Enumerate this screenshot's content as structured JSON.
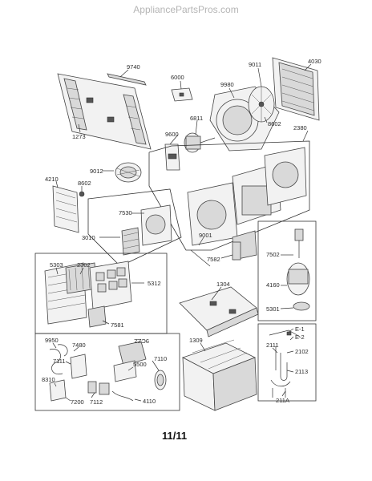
{
  "watermark": "AppliancePartsPros.com",
  "page_number": "11/11",
  "part_labels": {
    "p9740": "9740",
    "p1273": "1273",
    "p6000": "6000",
    "p9011": "9011",
    "p4030": "4030",
    "p9980": "9980",
    "p6811": "6811",
    "p8602a": "8602",
    "p2380": "2380",
    "p9600": "9600",
    "p9012": "9012",
    "p4210": "4210",
    "p8602b": "8602",
    "p7530": "7530",
    "p3010": "3010",
    "p9001": "9001",
    "p7582": "7582",
    "p7502": "7502",
    "p5303": "5303",
    "p2302": "2302",
    "p5312": "5312",
    "p7581": "7581",
    "p1304": "1304",
    "p4160": "4160",
    "p5301": "5301",
    "p9950": "9950",
    "p7480": "7480",
    "p7111": "7111",
    "p8310": "8310",
    "p7200": "7200",
    "p7112": "7112",
    "p5500": "5500",
    "p7110": "7110",
    "p4110": "4110",
    "p9czz": "9CZZ",
    "p1309": "1309",
    "pE1": "E-1",
    "pE2": "E-2",
    "p2111": "2111",
    "p2102": "2102",
    "p2113": "2113",
    "p211A": "211A"
  }
}
